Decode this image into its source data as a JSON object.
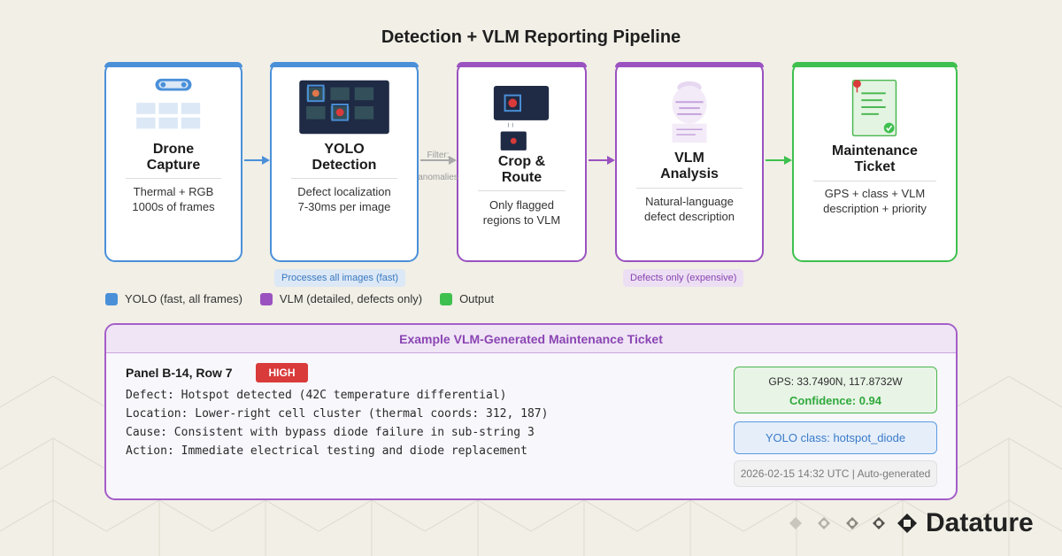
{
  "title": "Detection + VLM Reporting Pipeline",
  "colors": {
    "yolo": "#4a90d9",
    "vlm": "#9a52c0",
    "output": "#3ec04f",
    "high": "#d93a3a"
  },
  "stages": [
    {
      "title": "Drone\nCapture",
      "desc": "Thermal + RGB\n1000s of frames",
      "icon": "drone-icon"
    },
    {
      "title": "YOLO\nDetection",
      "desc": "Defect localization\n7-30ms per image",
      "icon": "detection-grid-icon"
    },
    {
      "title": "Crop &\nRoute",
      "desc": "Only flagged\nregions to VLM",
      "icon": "crop-icon"
    },
    {
      "title": "VLM\nAnalysis",
      "desc": "Natural-language\ndefect description",
      "icon": "vlm-brain-icon"
    },
    {
      "title": "Maintenance\nTicket",
      "desc": "GPS + class + VLM\ndescription + priority",
      "icon": "ticket-icon"
    }
  ],
  "filter_label": "Filter:\nanomalies",
  "pills": {
    "yolo": "Processes all images (fast)",
    "vlm": "Defects only (expensive)"
  },
  "legend": [
    {
      "label": "YOLO (fast, all frames)",
      "color": "#4a90d9"
    },
    {
      "label": "VLM (detailed, defects only)",
      "color": "#9a52c0"
    },
    {
      "label": "Output",
      "color": "#3ec04f"
    }
  ],
  "ticket": {
    "header": "Example VLM-Generated Maintenance Ticket",
    "panel": "Panel B-14, Row 7",
    "priority": "HIGH",
    "lines": [
      "Defect: Hotspot detected (42C temperature differential)",
      "Location: Lower-right cell cluster (thermal coords: 312, 187)",
      "Cause: Consistent with bypass diode failure in sub-string 3",
      "Action: Immediate electrical testing and diode replacement"
    ],
    "gps": "GPS: 33.7490N, 117.8732W",
    "confidence": "Confidence: 0.94",
    "yolo_class": "YOLO class: hotspot_diode",
    "timestamp": "2026-02-15 14:32 UTC | Auto-generated"
  },
  "brand": "Datature"
}
